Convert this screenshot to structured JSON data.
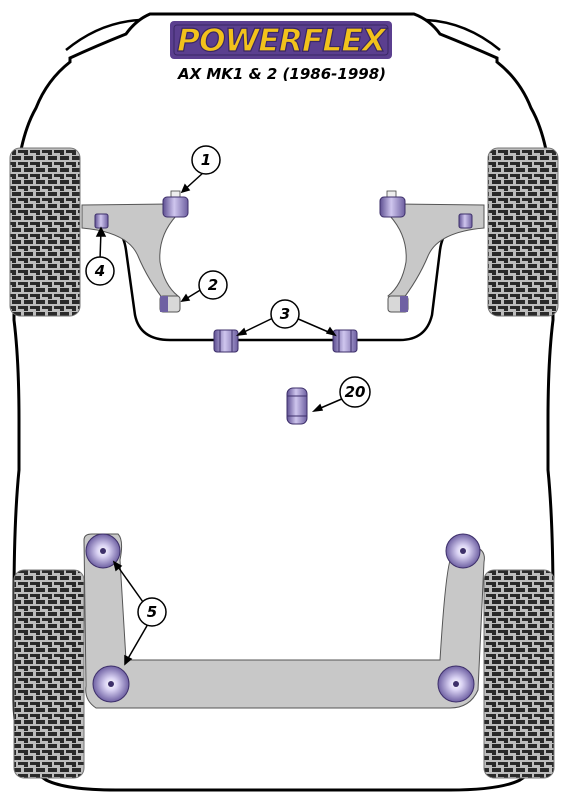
{
  "brand": {
    "logo_text": "POWERFLEX",
    "subtitle": "AX MK1 & 2 (1986-1998)"
  },
  "callouts": [
    {
      "id": "1",
      "label": "1"
    },
    {
      "id": "2",
      "label": "2"
    },
    {
      "id": "3",
      "label": "3"
    },
    {
      "id": "4",
      "label": "4"
    },
    {
      "id": "5",
      "label": "5"
    },
    {
      "id": "20",
      "label": "20"
    }
  ],
  "colors": {
    "body_outline": "#000000",
    "arm_fill": "#c8c8c8",
    "tyre_dark": "#2a2a2a",
    "tyre_light": "#bdbdbd",
    "bush_purple": "#7a6aa8",
    "bush_light": "#cfc6ee",
    "logo_yellow": "#f2c21b",
    "logo_purple": "#5b3f8f"
  }
}
